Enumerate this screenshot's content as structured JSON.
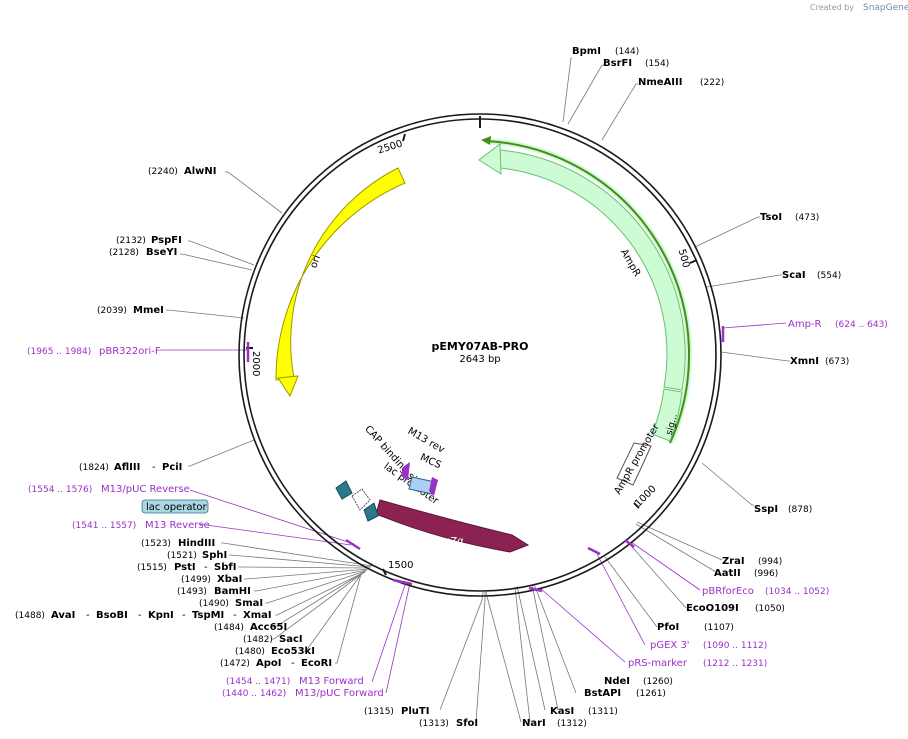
{
  "credit": {
    "created_by": "Created by",
    "brand": "SnapGene"
  },
  "plasmid": {
    "name": "pEMY07AB-PRO",
    "length": "2643 bp"
  },
  "ruler_ticks": [
    "500",
    "1000",
    "1500",
    "2000",
    "2500"
  ],
  "features": [
    {
      "id": "ampr",
      "label": "AmpR",
      "color": "#cdfbd4"
    },
    {
      "id": "sig",
      "label": "sig...",
      "color": "#cdfbd4"
    },
    {
      "id": "ampr-promoter",
      "label": "AmpR promoter",
      "color": "#ffffff"
    },
    {
      "id": "ori",
      "label": "ori",
      "color": "#ffff00"
    },
    {
      "id": "lacz",
      "label": "lacZα",
      "color": "#8b2252"
    },
    {
      "id": "cap",
      "label": "CAP binding site",
      "color": "#2b7a8c"
    },
    {
      "id": "lac-promoter",
      "label": "lac promoter",
      "color": "#ffffff"
    },
    {
      "id": "lac-operator-site",
      "label": "",
      "color": "#2b7a8c"
    },
    {
      "id": "mcs",
      "label": "MCS",
      "color": "#a9d1f5"
    },
    {
      "id": "m13rev",
      "label": "M13 rev",
      "color": "#9b30c8"
    }
  ],
  "enzymes": [
    {
      "name": "BpmI",
      "pos": "(144)"
    },
    {
      "name": "BsrFI",
      "pos": "(154)"
    },
    {
      "name": "NmeAIII",
      "pos": "(222)"
    },
    {
      "name": "TsoI",
      "pos": "(473)"
    },
    {
      "name": "ScaI",
      "pos": "(554)"
    },
    {
      "name": "XmnI",
      "pos": "(673)"
    },
    {
      "name": "SspI",
      "pos": "(878)"
    },
    {
      "name": "ZraI",
      "pos": "(994)"
    },
    {
      "name": "AatII",
      "pos": "(996)"
    },
    {
      "name": "EcoO109I",
      "pos": "(1050)"
    },
    {
      "name": "PfoI",
      "pos": "(1107)"
    },
    {
      "name": "NdeI",
      "pos": "(1260)"
    },
    {
      "name": "BstAPI",
      "pos": "(1261)"
    },
    {
      "name": "KasI",
      "pos": "(1311)"
    },
    {
      "name": "NarI",
      "pos": "(1312)"
    },
    {
      "name": "SfoI",
      "pos": "(1313)"
    },
    {
      "name": "PluTI",
      "pos": "(1315)"
    },
    {
      "name": "AlwNI",
      "pos": "(2240)"
    },
    {
      "name": "PspFI",
      "pos": "(2132)"
    },
    {
      "name": "BseYI",
      "pos": "(2128)"
    },
    {
      "name": "MmeI",
      "pos": "(2039)"
    },
    {
      "name": "AflIII",
      "pos": "(1824)"
    },
    {
      "name": "PciI",
      "pos": ""
    },
    {
      "name": "HindIII",
      "pos": "(1523)"
    },
    {
      "name": "SphI",
      "pos": "(1521)"
    },
    {
      "name": "PstI",
      "pos": "(1515)"
    },
    {
      "name": "SbfI",
      "pos": ""
    },
    {
      "name": "XbaI",
      "pos": "(1499)"
    },
    {
      "name": "BamHI",
      "pos": "(1493)"
    },
    {
      "name": "SmaI",
      "pos": "(1490)"
    },
    {
      "name": "AvaI",
      "pos": "(1488)"
    },
    {
      "name": "BsoBI",
      "pos": ""
    },
    {
      "name": "KpnI",
      "pos": ""
    },
    {
      "name": "TspMI",
      "pos": ""
    },
    {
      "name": "XmaI",
      "pos": ""
    },
    {
      "name": "Acc65I",
      "pos": "(1484)"
    },
    {
      "name": "SacI",
      "pos": "(1482)"
    },
    {
      "name": "Eco53kI",
      "pos": "(1480)"
    },
    {
      "name": "ApoI",
      "pos": "(1472)"
    },
    {
      "name": "EcoRI",
      "pos": ""
    }
  ],
  "primers": [
    {
      "name": "Amp-R",
      "range": "(624 .. 643)"
    },
    {
      "name": "pBRforEco",
      "range": "(1034 .. 1052)"
    },
    {
      "name": "pGEX 3'",
      "range": "(1090 .. 1112)"
    },
    {
      "name": "pRS-marker",
      "range": "(1212 .. 1231)"
    },
    {
      "name": "M13 Forward",
      "range": "(1454 .. 1471)"
    },
    {
      "name": "M13/pUC Forward",
      "range": "(1440 .. 1462)"
    },
    {
      "name": "M13 Reverse",
      "range": "(1541 .. 1557)"
    },
    {
      "name": "M13/pUC Reverse",
      "range": "(1554 .. 1576)"
    },
    {
      "name": "pBR322ori-F",
      "range": "(1965 .. 1984)"
    }
  ],
  "lac_operator": "lac operator",
  "colors": {
    "enzyme": "#000000",
    "primer": "#9b30c8",
    "backbone": "#1a1a1a",
    "ampr_stroke": "#6abf6f",
    "primer_strand": "#4a8a1a"
  }
}
